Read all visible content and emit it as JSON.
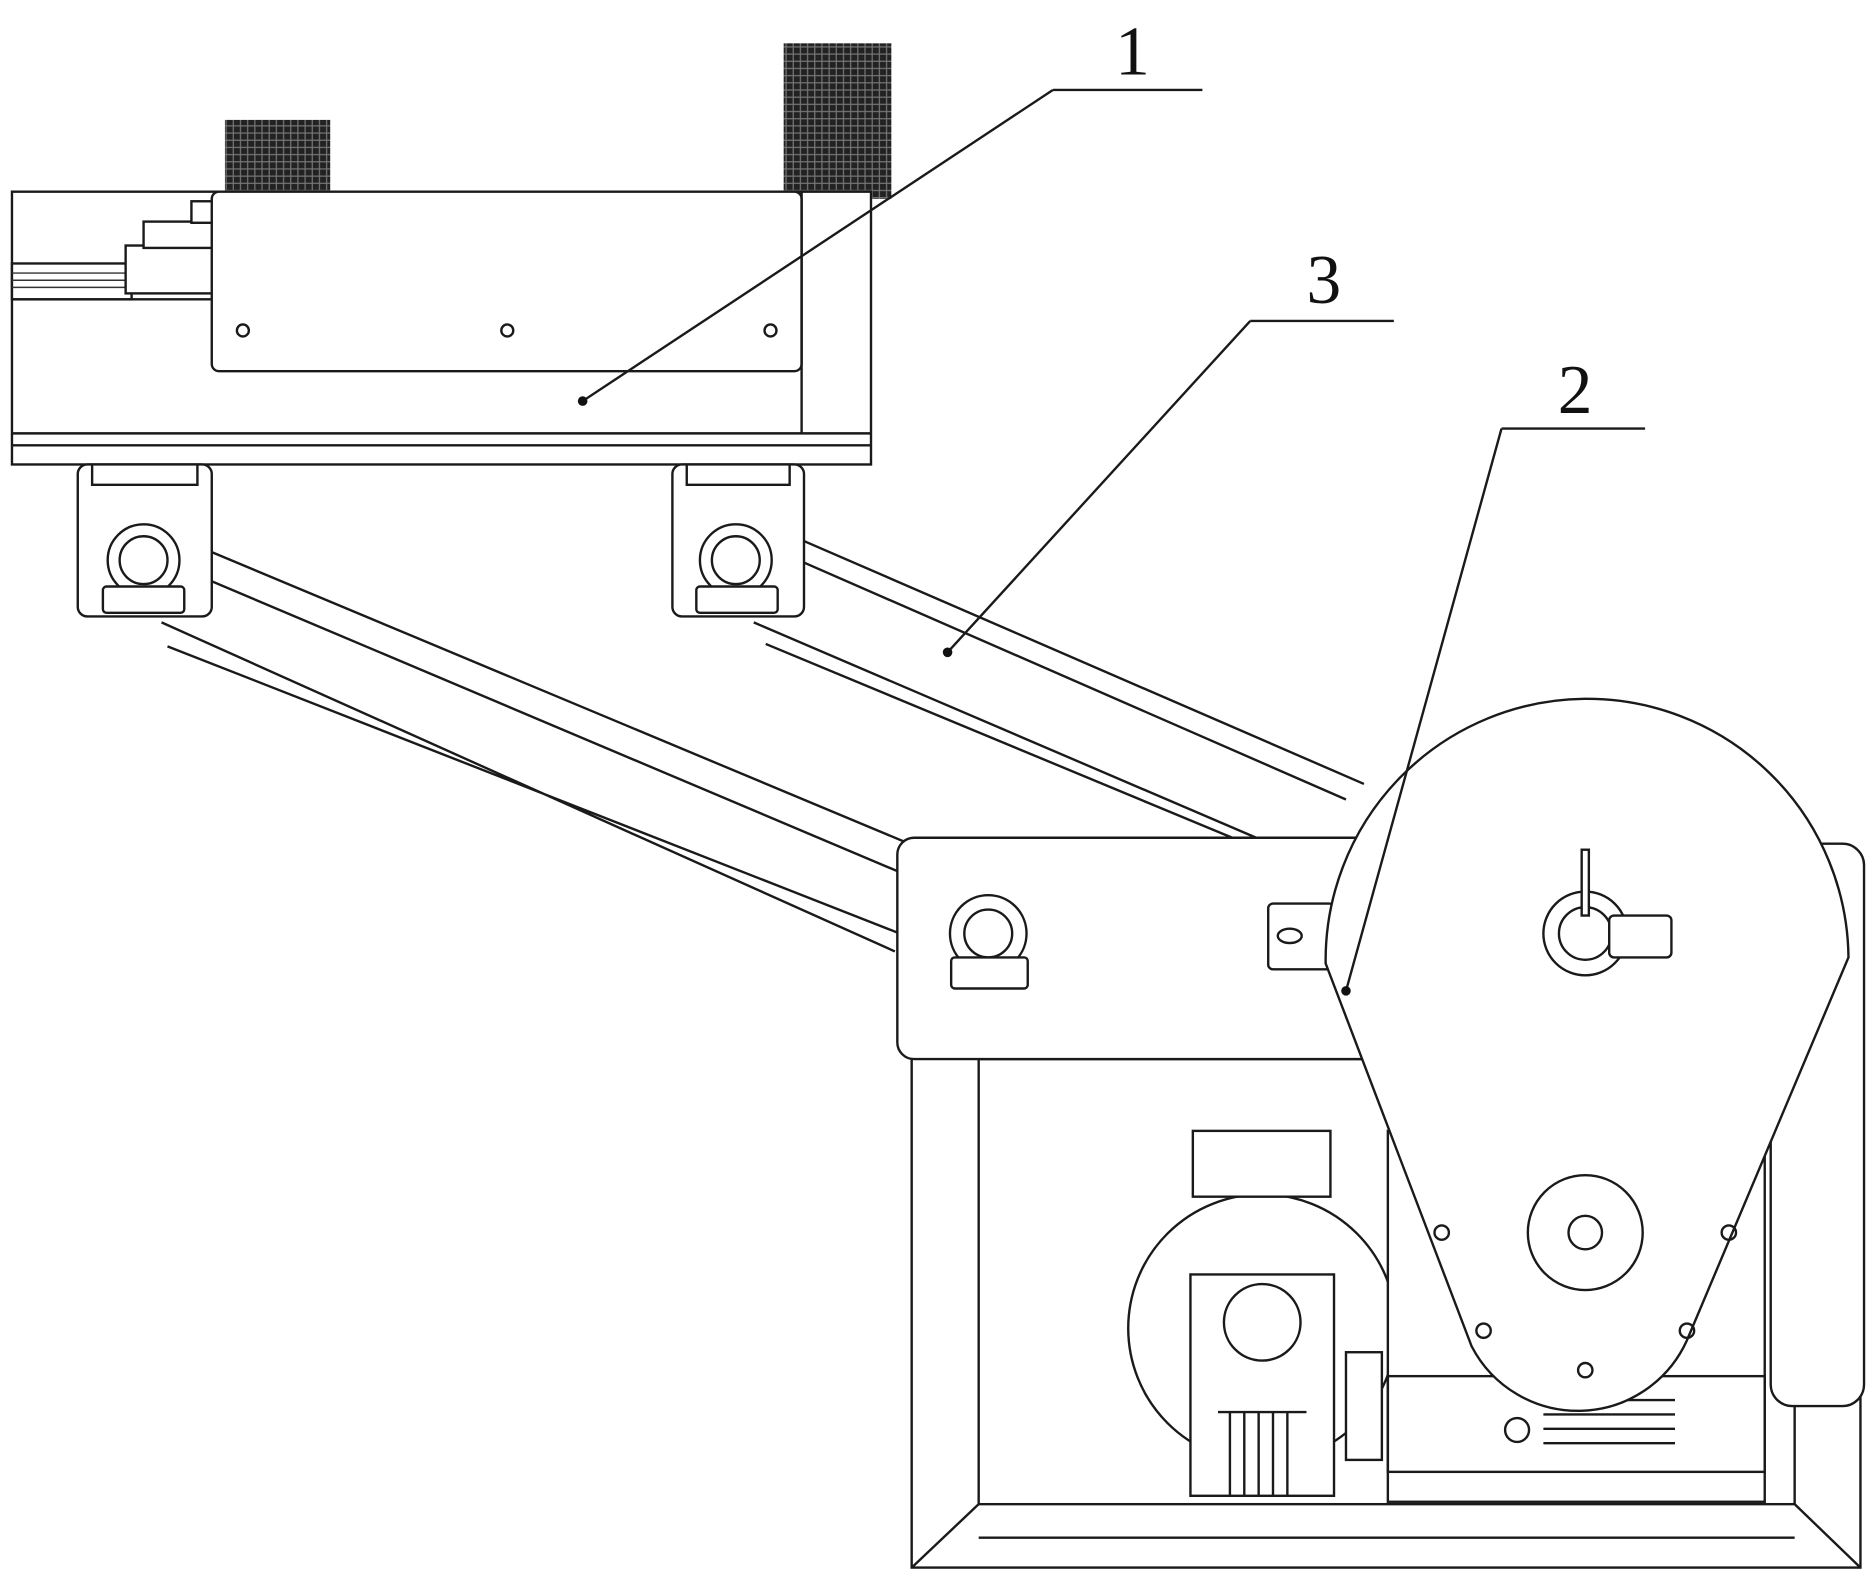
{
  "drawing": {
    "callouts": [
      {
        "label": "1",
        "part": "upper-beam-assembly"
      },
      {
        "label": "3",
        "part": "swing-arm"
      },
      {
        "label": "2",
        "part": "drive-cover"
      }
    ],
    "line_color": "#1a1a1a",
    "background": "#ffffff"
  }
}
